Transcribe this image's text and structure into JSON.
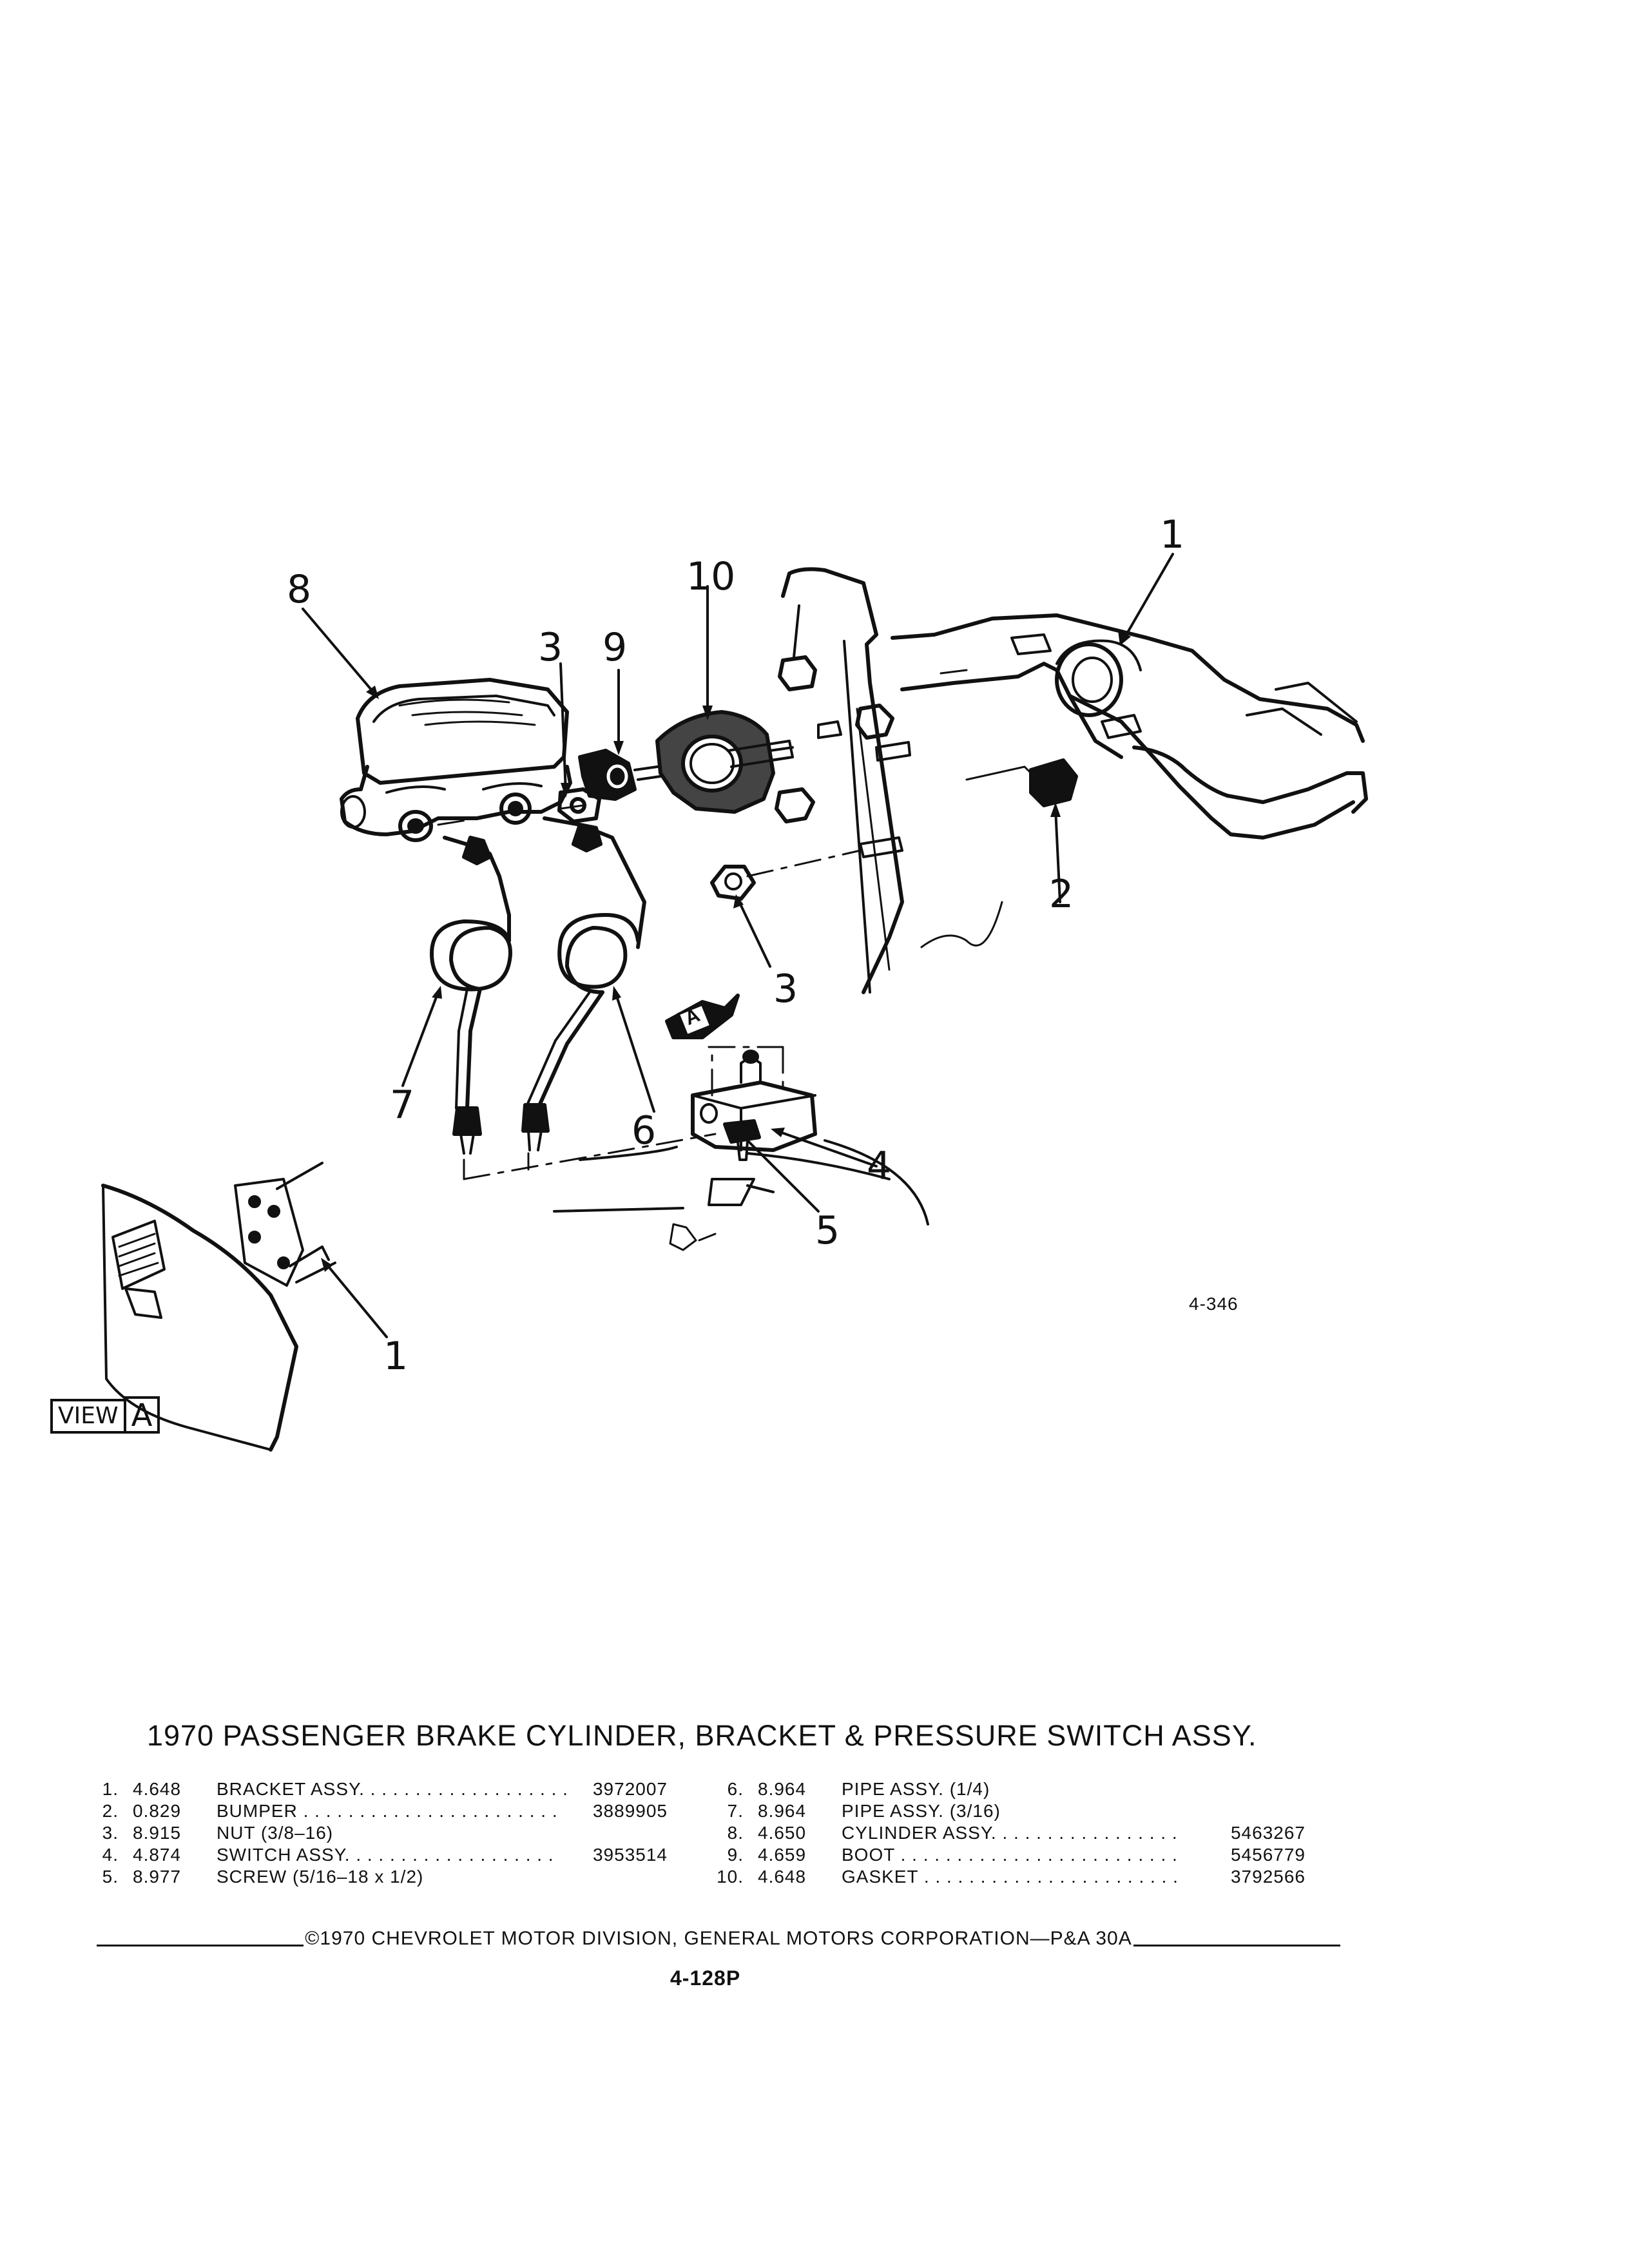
{
  "diagram": {
    "callouts": {
      "c1_top": "1",
      "c2": "2",
      "c3_upper": "3",
      "c3_lower": "3",
      "c4": "4",
      "c5": "5",
      "c6": "6",
      "c7": "7",
      "c8": "8",
      "c9": "9",
      "c10": "10",
      "c1_view": "1"
    },
    "view_marker": "A",
    "figure_number": "4-346",
    "view_label": {
      "word": "VIEW",
      "letter": "A"
    }
  },
  "title": "1970 PASSENGER BRAKE CYLINDER, BRACKET & PRESSURE SWITCH ASSY.",
  "parts_left": [
    {
      "line": "1.",
      "code": "4.648",
      "desc": "BRACKET ASSY. . . . . . . . . . . . . . . . . . .",
      "part": "3972007"
    },
    {
      "line": "2.",
      "code": "0.829",
      "desc": "BUMPER  . . . . . . . . . . . . . . . . . . . . . . .",
      "part": "3889905"
    },
    {
      "line": "3.",
      "code": "8.915",
      "desc": "NUT (3/8–16)",
      "part": ""
    },
    {
      "line": "4.",
      "code": "4.874",
      "desc": "SWITCH ASSY.  . . . . . . . . . . . . . . . . . .",
      "part": "3953514"
    },
    {
      "line": "5.",
      "code": "8.977",
      "desc": "SCREW (5/16–18 x 1/2)",
      "part": ""
    }
  ],
  "parts_right": [
    {
      "line": "6.",
      "code": "8.964",
      "desc": "PIPE ASSY. (1/4)",
      "part": ""
    },
    {
      "line": "7.",
      "code": "8.964",
      "desc": "PIPE ASSY. (3/16)",
      "part": ""
    },
    {
      "line": "8.",
      "code": "4.650",
      "desc": "CYLINDER ASSY. . . . . . . . . . . . . . . . .",
      "part": "5463267"
    },
    {
      "line": "9.",
      "code": "4.659",
      "desc": "BOOT  . . . . . . . . . . . . . . . . . . . . . . . . .",
      "part": "5456779"
    },
    {
      "line": "10.",
      "code": "4.648",
      "desc": "GASKET . . . . . . . . . . . . . . . . . . . . . . .",
      "part": "3792566"
    }
  ],
  "footer": {
    "copyright": "©1970 CHEVROLET MOTOR DIVISION, GENERAL MOTORS CORPORATION—P&A 30A",
    "page_number": "4-128P"
  }
}
